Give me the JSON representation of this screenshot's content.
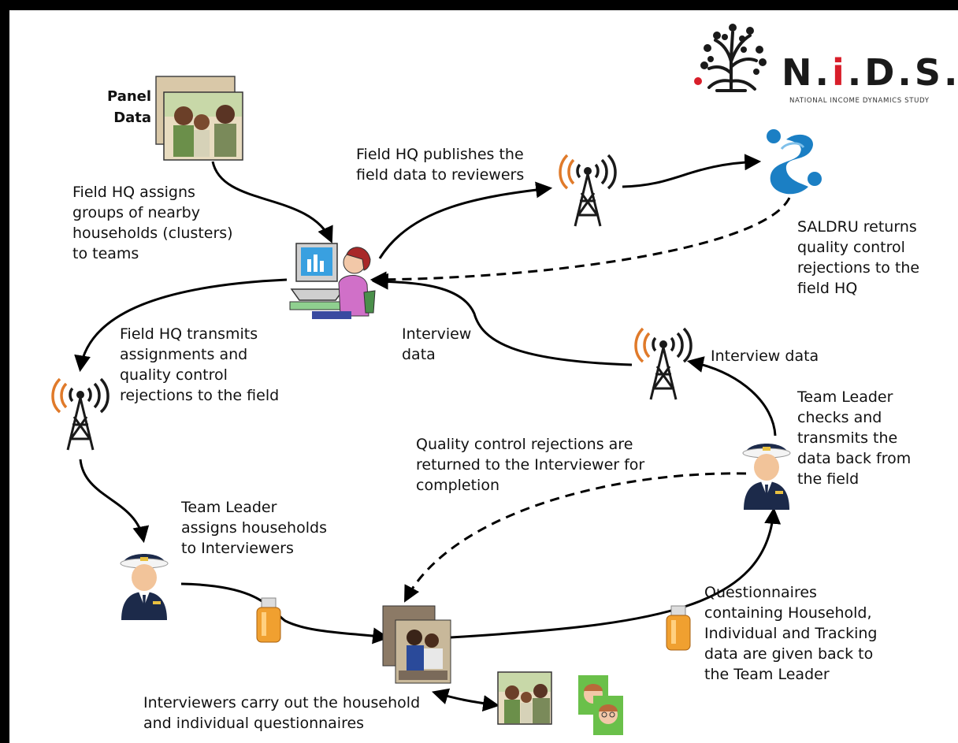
{
  "logo": {
    "title_pre": "N.",
    "title_i": "i",
    "title_post": ".D.S.",
    "subtitle": "NATIONAL INCOME DYNAMICS STUDY"
  },
  "labels": {
    "panel_data": [
      "Panel",
      "Data"
    ],
    "assign_clusters": [
      "Field HQ assigns",
      "groups of nearby",
      "households (clusters)",
      "to teams"
    ],
    "publish": [
      "Field HQ publishes the",
      "field data to reviewers"
    ],
    "saldru_returns": [
      "SALDRU returns",
      "quality control",
      "rejections to the",
      "field HQ"
    ],
    "transmit": [
      "Field HQ transmits",
      "assignments and",
      "quality control",
      "rejections to the field"
    ],
    "interview_data_left": [
      "Interview",
      "data"
    ],
    "interview_data_right": [
      "Interview data"
    ],
    "team_leader_checks": [
      "Team Leader",
      "checks and",
      "transmits the",
      "data back from",
      "the field"
    ],
    "qc_returned": [
      "Quality control  rejections are",
      "returned to the Interviewer for",
      "completion"
    ],
    "team_leader_assigns": [
      "Team Leader",
      "assigns households",
      "to Interviewers"
    ],
    "questionnaires_back": [
      "Questionnaires",
      "containing Household,",
      "Individual and Tracking",
      "data are given back to",
      "the Team Leader"
    ],
    "interviewers_carry": [
      "Interviewers carry out the household",
      "and individual questionnaires"
    ]
  },
  "colors": {
    "tower": "#1a1a1a",
    "signal_orange": "#e07a2a",
    "saldru_blue": "#1b7fc4",
    "logo_red": "#d81e2a",
    "usb_orange": "#f0a030",
    "monitor_blue": "#39a0e0",
    "clerk_shirt": "#d070c8"
  },
  "icons": [
    "family-photo-icon",
    "clerk-computer-icon",
    "radio-tower-icon",
    "saldru-logo-icon",
    "team-leader-icon",
    "usb-drive-icon",
    "interviewer-photo-icon",
    "avatar-cards-icon",
    "tree-logo-icon"
  ]
}
